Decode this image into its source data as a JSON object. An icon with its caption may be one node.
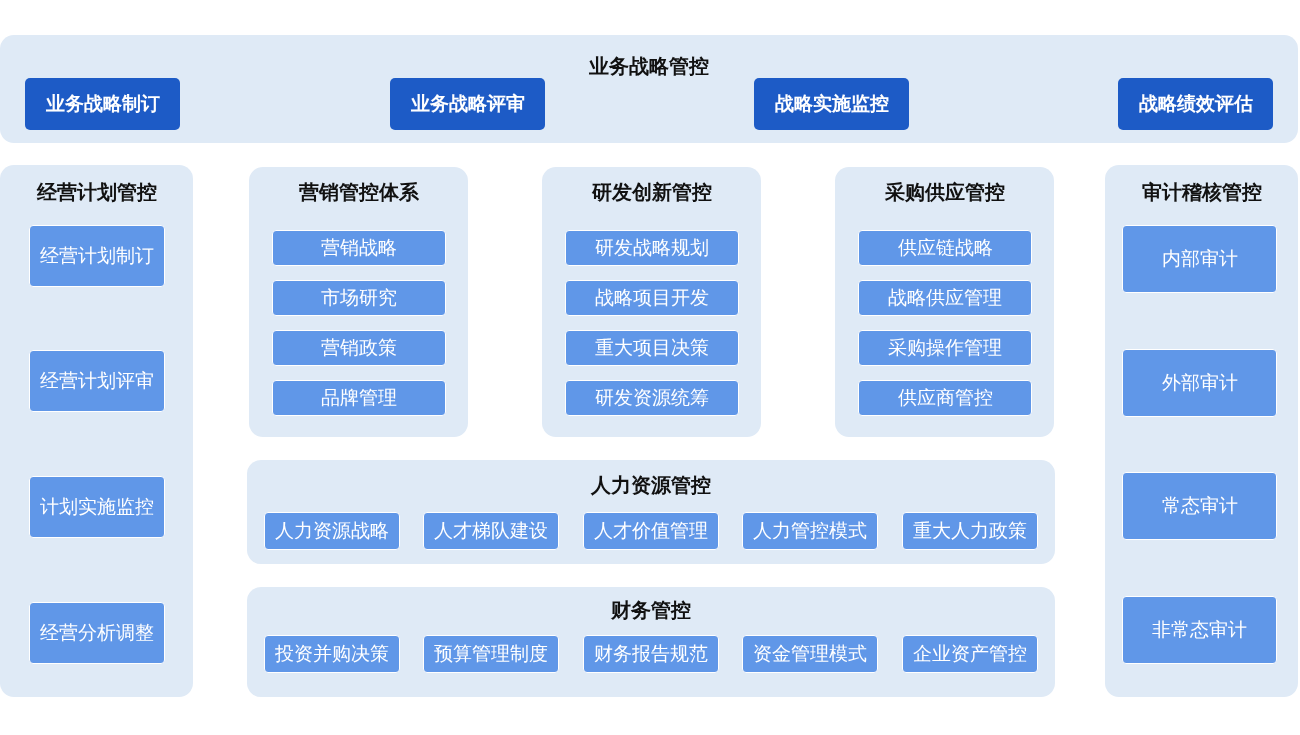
{
  "diagram": {
    "nodes": [
      {
        "text": [
          "业务战略管控"
        ]
      },
      {
        "text": [
          "业务战略制订"
        ],
        "in": 0
      },
      {
        "text": [
          "业务战略评审"
        ],
        "in": 0
      },
      {
        "text": [
          "战略实施监控"
        ],
        "in": 0
      },
      {
        "text": [
          "战略绩效评估"
        ],
        "in": 0
      },
      {
        "text": [
          "经营计划管控"
        ]
      },
      {
        "text": [
          "经营计划制订"
        ],
        "in": 5
      },
      {
        "text": [
          "经营计划评审"
        ],
        "in": 5
      },
      {
        "text": [
          "计划实施监控"
        ],
        "in": 5
      },
      {
        "text": [
          "经营分析调整"
        ],
        "in": 5
      },
      {
        "text": [
          "营销管控体系"
        ]
      },
      {
        "text": [
          "营销战略"
        ],
        "in": 10
      },
      {
        "text": [
          "市场研究"
        ],
        "in": 10
      },
      {
        "text": [
          "营销政策"
        ],
        "in": 10
      },
      {
        "text": [
          "品牌管理"
        ],
        "in": 10
      },
      {
        "text": [
          "研发创新管控"
        ]
      },
      {
        "text": [
          "研发战略规划"
        ],
        "in": 15
      },
      {
        "text": [
          "战略项目开发"
        ],
        "in": 15
      },
      {
        "text": [
          "重大项目决策"
        ],
        "in": 15
      },
      {
        "text": [
          "研发资源统筹"
        ],
        "in": 15
      },
      {
        "text": [
          "采购供应管控"
        ]
      },
      {
        "text": [
          "供应链战略"
        ],
        "in": 20
      },
      {
        "text": [
          "战略供应管理"
        ],
        "in": 20
      },
      {
        "text": [
          "采购操作管理"
        ],
        "in": 20
      },
      {
        "text": [
          "供应商管控"
        ],
        "in": 20
      },
      {
        "text": [
          "审计稽核管控"
        ]
      },
      {
        "text": [
          "内部审计"
        ],
        "in": 25
      },
      {
        "text": [
          "外部审计"
        ],
        "in": 25
      },
      {
        "text": [
          "常态审计"
        ],
        "in": 25
      },
      {
        "text": [
          "非常态审计"
        ],
        "in": 25
      },
      {
        "text": [
          "人力资源管控"
        ]
      },
      {
        "text": [
          "人力资源战略"
        ],
        "in": 30
      },
      {
        "text": [
          "人才梯队建设"
        ],
        "in": 30
      },
      {
        "text": [
          "人才价值管理"
        ],
        "in": 30
      },
      {
        "text": [
          "人力管控模式"
        ],
        "in": 30
      },
      {
        "text": [
          "重大人力政策"
        ],
        "in": 30
      },
      {
        "text": [
          "财务管控"
        ]
      },
      {
        "text": [
          "投资并购决策"
        ],
        "in": 36
      },
      {
        "text": [
          "预算管理制度"
        ],
        "in": 36
      },
      {
        "text": [
          "财务报告规范"
        ],
        "in": 36
      },
      {
        "text": [
          "资金管理模式"
        ],
        "in": 36
      },
      {
        "text": [
          "企业资产管控"
        ],
        "in": 36
      }
    ]
  }
}
